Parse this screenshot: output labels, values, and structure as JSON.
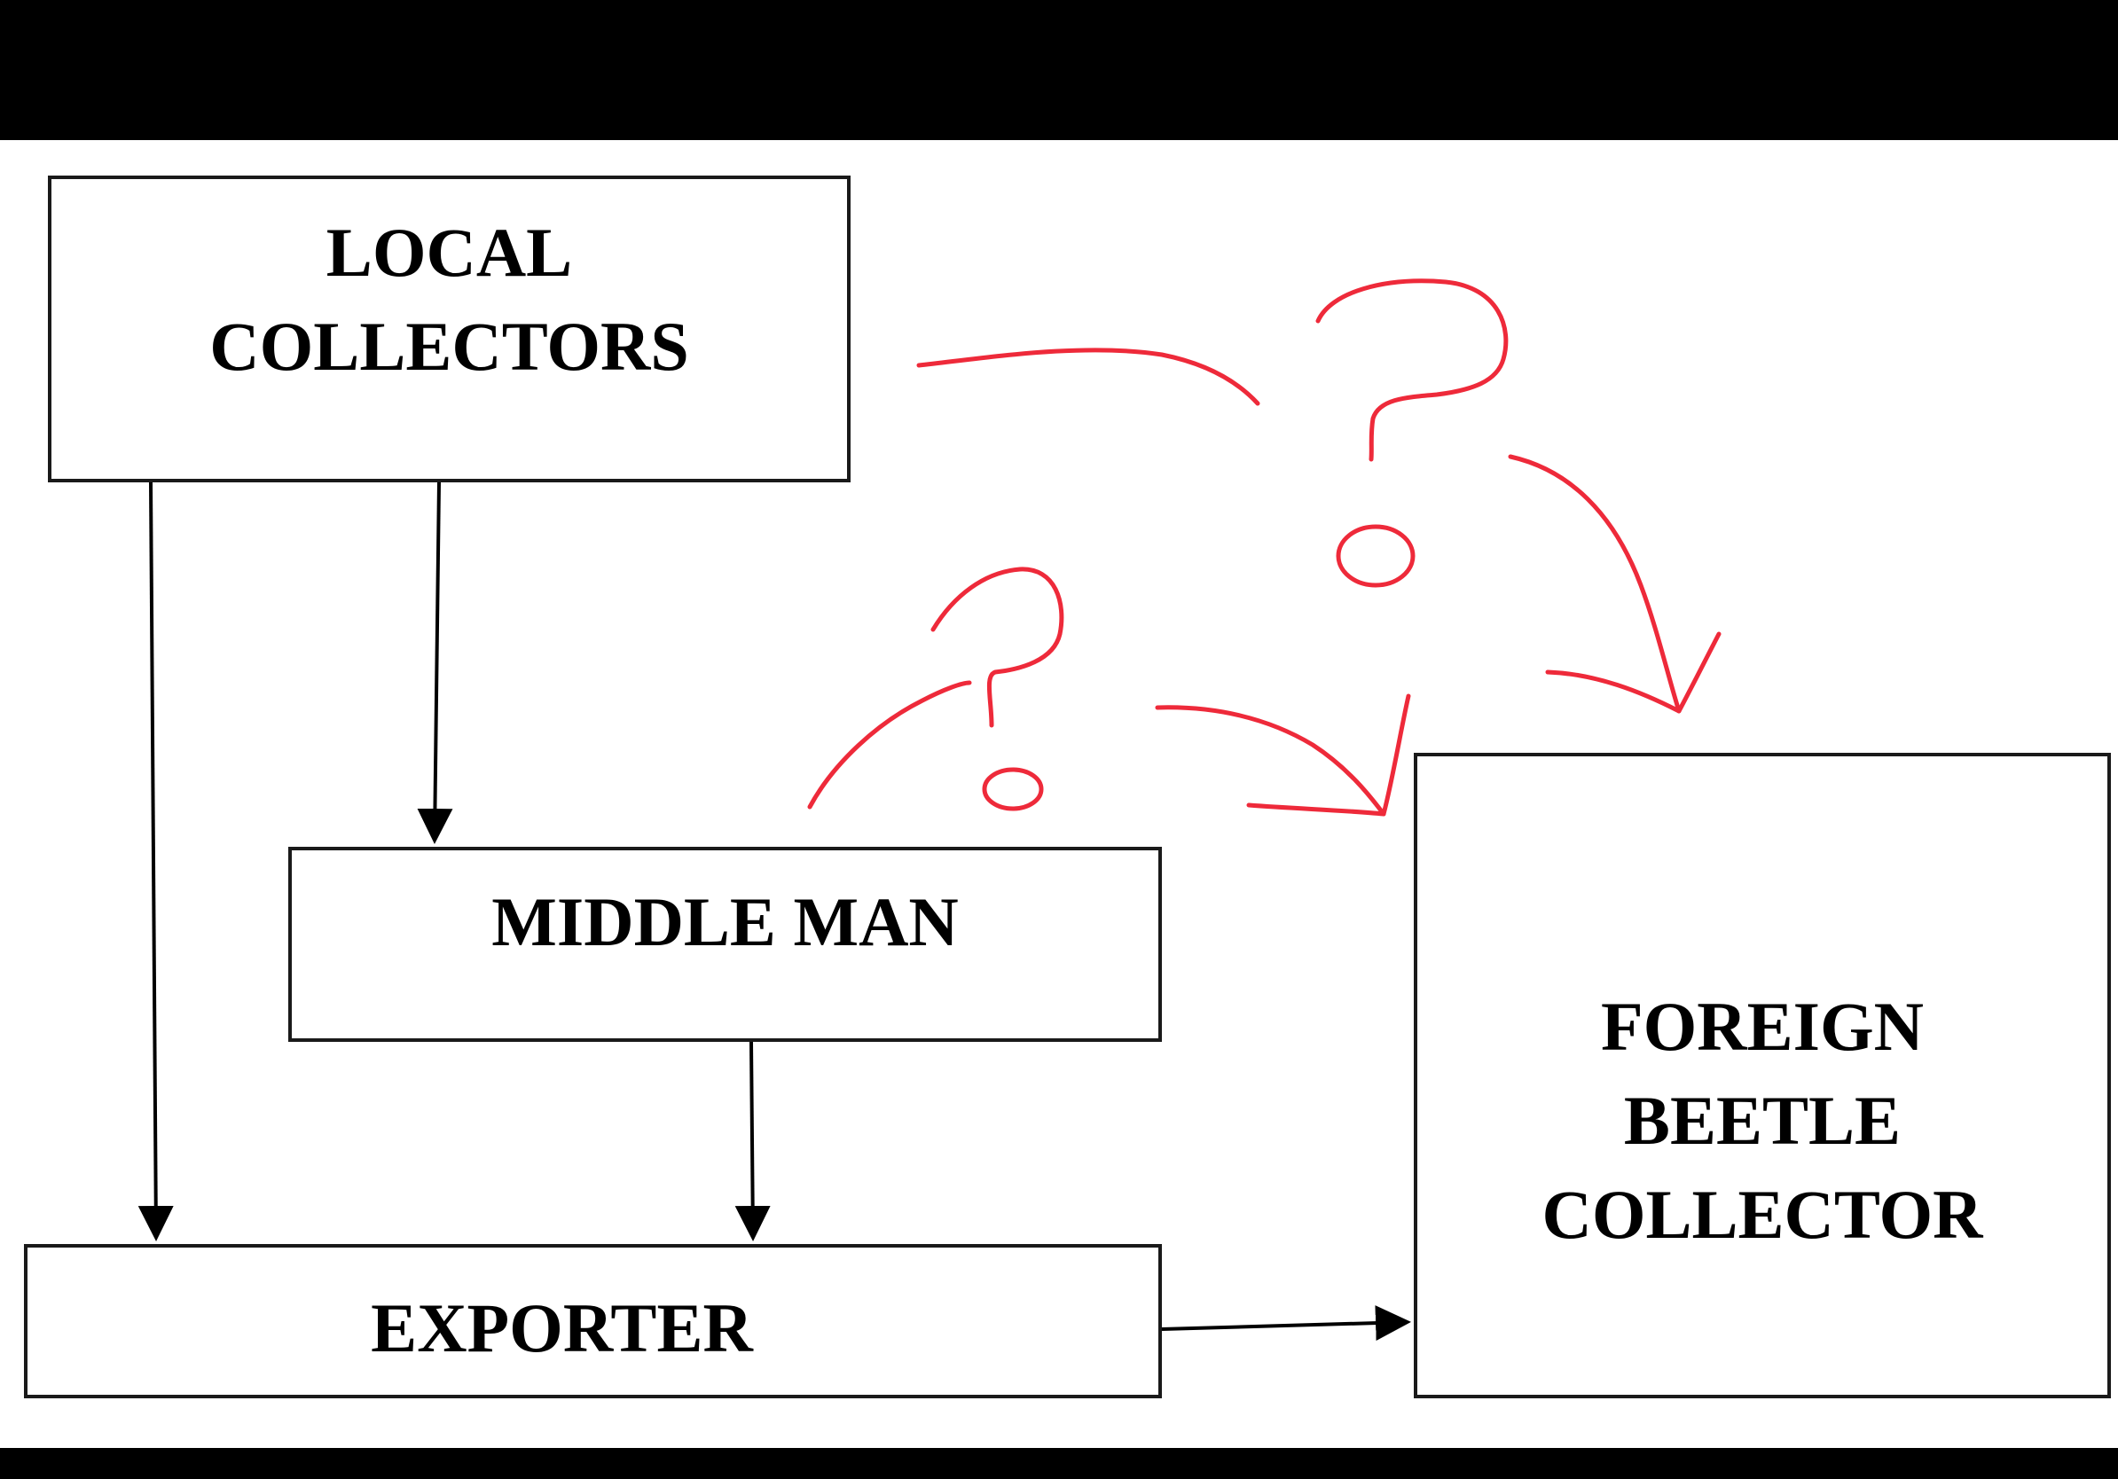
{
  "diagram": {
    "nodes": {
      "local_collectors": {
        "lines": [
          "LOCAL",
          "COLLECTORS"
        ]
      },
      "middle_man": {
        "lines": [
          "MIDDLE MAN"
        ]
      },
      "exporter": {
        "lines": [
          "EXPORTER"
        ]
      },
      "foreign_beetle_collector": {
        "lines": [
          "FOREIGN",
          "BEETLE",
          "COLLECTOR"
        ]
      }
    },
    "edges": [
      {
        "from": "local_collectors",
        "to": "exporter"
      },
      {
        "from": "local_collectors",
        "to": "middle_man"
      },
      {
        "from": "middle_man",
        "to": "exporter"
      },
      {
        "from": "exporter",
        "to": "foreign_beetle_collector"
      }
    ],
    "annotations": {
      "ink_color": "#ee2a3a",
      "marks": [
        "question-mark",
        "question-mark",
        "curved-arrow",
        "curved-arrow"
      ]
    },
    "colors": {
      "box_border": "#1a1a1a",
      "text": "#000000",
      "background": "#ffffff",
      "frame": "#000000"
    }
  }
}
